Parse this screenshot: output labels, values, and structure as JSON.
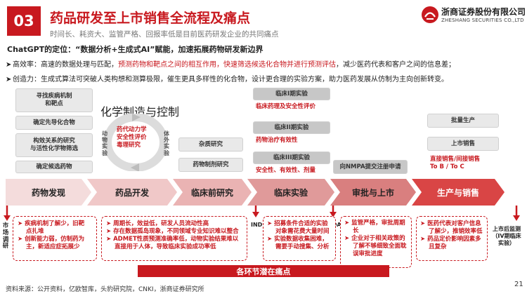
{
  "header": {
    "number": "03",
    "title": "药品研发至上市销售全流程及痛点",
    "subtitle": "时间长、耗资大、监管严格、回报率低是目前医药研发企业的共同痛点",
    "logo_cn": "浙商证券股份有限公司",
    "logo_en": "ZHESHANG SECURITIES CO.,LTD",
    "brand_color": "#c8191f"
  },
  "intro": {
    "positioning": "ChatGPT的定位：“数据分析+生成式AI”赋能，加速拓展药物研发新边界",
    "efficiency": {
      "prefix": "高效率：高速的数据处理与匹配，",
      "highlight": "预测药物和靶点之间的相互作用，快速筛选候选化合物并进行预测评估",
      "suffix": "，减少医药代表和客户之间的信息差；"
    },
    "creativity": "创造力：生成式算法可突破人类构想和测算极限，催生更具多样性的化合物，设计更合理的实验方案，助力医药发展从仿制为主向创新转变。"
  },
  "discovery_boxes": [
    "寻找疾病机制\n和靶点",
    "确定先导化合物",
    "构效关系的研究\n与活性化学物筛选",
    "确定候选药物"
  ],
  "cycle": {
    "title": "化学制造与控制",
    "left_label": "动物实验",
    "right_label": "体外实验",
    "items": [
      "药代动力学",
      "安全性评价",
      "毒理研究"
    ]
  },
  "preclinical_boxes": [
    "杂质研究",
    "药物制剂研究"
  ],
  "clinical": {
    "phase1": "临床I期实验",
    "phase1_items": [
      "临床药理及安全性评价"
    ],
    "phase2": "临床II期实验",
    "phase2_items": [
      "药物治疗有效性"
    ],
    "phase3": "临床III期实验",
    "phase3_items": [
      "安全性、有效性、剂量"
    ]
  },
  "nmpa": "向NMPA提交注册申请",
  "production": {
    "box1": "批量生产",
    "box2": "上市销售",
    "items": [
      "直接销售/间接销售",
      "To B / To C"
    ]
  },
  "stages": [
    "药物发现",
    "药品开发",
    "临床前研究",
    "临床实验",
    "审批与上市",
    "生产与销售"
  ],
  "side_labels": {
    "left": "市场调研",
    "ind": "IND",
    "nda": "NDA",
    "right": "上市后监测\n（IV期临床\n实验）"
  },
  "pains": {
    "discovery": [
      "疾病机制了解少，旧靶",
      "点扎堆",
      "创新能力弱，仿制药为",
      "主，新适应症拓展少"
    ],
    "development": [
      "周期长，效益低，研发人员流动性高",
      "存在数据孤岛现象，不同领域专业知识难以整合",
      "ADMET性质预测准确率低，动物实验结果难以",
      "直接用于人体，导致临床实验成功率低"
    ],
    "clinical": [
      "招募条件合适的实验",
      "对象需花费大量时间",
      "实验数据收集困难，",
      "需要手动搜集、分析"
    ],
    "approval": [
      "监管严格，审批周期",
      "长",
      "企业对于相关政策的",
      "了解不够细致全面耽",
      "误审批进度"
    ],
    "sales": [
      "医药代表对客户信息",
      "了解少，推销效率低",
      "药品定价影响因素多",
      "且复杂"
    ]
  },
  "bottom_bar": "各环节潜在痛点",
  "source": "资料来源：公开资料，亿欧智库，头豹研究院，CNKI，浙商证券研究所",
  "page_number": "21"
}
